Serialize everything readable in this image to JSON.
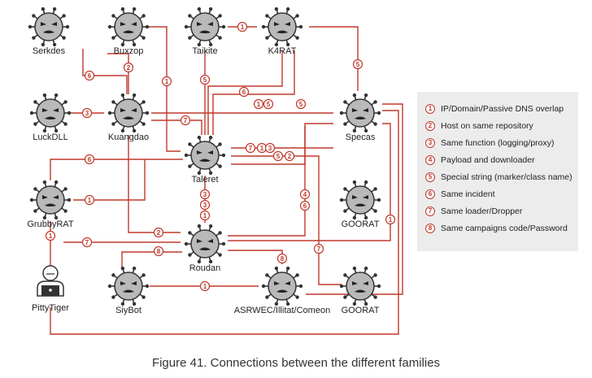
{
  "nodes": [
    {
      "id": "serkdes",
      "label": "Serkdes",
      "kind": "virus"
    },
    {
      "id": "buxzop",
      "label": "Buxzop",
      "kind": "virus"
    },
    {
      "id": "taikite",
      "label": "Taikite",
      "kind": "virus"
    },
    {
      "id": "k4rat",
      "label": "K4RAT",
      "kind": "virus"
    },
    {
      "id": "luckdll",
      "label": "LuckDLL",
      "kind": "virus"
    },
    {
      "id": "kuangdao",
      "label": "Kuangdao",
      "kind": "virus"
    },
    {
      "id": "specas",
      "label": "Specas",
      "kind": "virus"
    },
    {
      "id": "taleret",
      "label": "Taleret",
      "kind": "virus"
    },
    {
      "id": "grubbyrat",
      "label": "GrubbyRAT",
      "kind": "virus"
    },
    {
      "id": "goorat1",
      "label": "GOORAT",
      "kind": "virus"
    },
    {
      "id": "roudan",
      "label": "Roudan",
      "kind": "virus"
    },
    {
      "id": "siybot",
      "label": "SiyBot",
      "kind": "virus"
    },
    {
      "id": "asrwec",
      "label": "ASRWEC/Illitat/Comeon",
      "kind": "virus"
    },
    {
      "id": "goorat2",
      "label": "GOORAT",
      "kind": "virus"
    },
    {
      "id": "pittytiger",
      "label": "PittyTiger",
      "kind": "person"
    }
  ],
  "legend": [
    {
      "num": "1",
      "text": "IP/Domain/Passive DNS overlap"
    },
    {
      "num": "2",
      "text": "Host on same repository"
    },
    {
      "num": "3",
      "text": "Same function (logging/proxy)"
    },
    {
      "num": "4",
      "text": "Payload and downloader"
    },
    {
      "num": "5",
      "text": "Special string (marker/class name)"
    },
    {
      "num": "6",
      "text": "Same incident"
    },
    {
      "num": "7",
      "text": "Same loader/Dropper"
    },
    {
      "num": "8",
      "text": "Same campaigns code/Password"
    }
  ],
  "edge_badges": [
    "6",
    "2",
    "1",
    "5",
    "1",
    "5",
    "6",
    "1",
    "3",
    "5",
    "7",
    "6",
    "1",
    "2",
    "3",
    "7",
    "1",
    "2",
    "4",
    "3",
    "1",
    "6",
    "7",
    "8",
    "8",
    "1"
  ],
  "caption": "Figure 41. Connections between the different families",
  "colors": {
    "line": "#c0392b",
    "node": "#b9b9b9",
    "legend_bg": "#ececec",
    "text": "#222222"
  },
  "icons": {
    "virus": "virus-face-icon",
    "person": "hacker-person-icon"
  }
}
